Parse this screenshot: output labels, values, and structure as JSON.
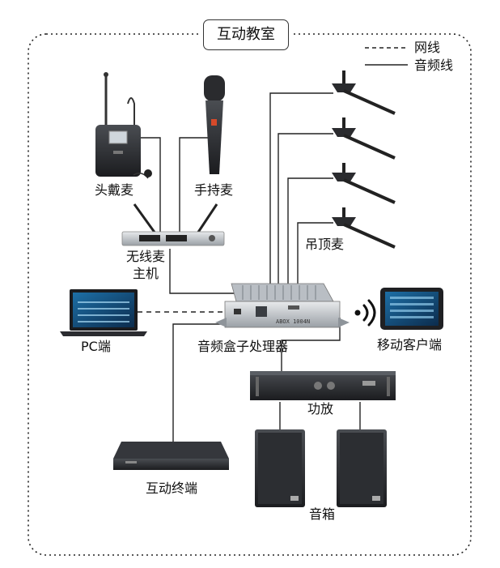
{
  "title": "互动教室",
  "legend": {
    "network": "网线",
    "audio": "音频线"
  },
  "devices": {
    "headset_mic": "头戴麦",
    "handheld_mic": "手持麦",
    "wireless_host_line1": "无线麦",
    "wireless_host_line2": "主机",
    "ceiling_mic": "吊顶麦",
    "pc": "PC端",
    "processor": "音频盒子处理器",
    "processor_model": "ABOX 1004N",
    "mobile": "移动客户端",
    "amplifier": "功放",
    "terminal": "互动终端",
    "speakers": "音箱"
  }
}
